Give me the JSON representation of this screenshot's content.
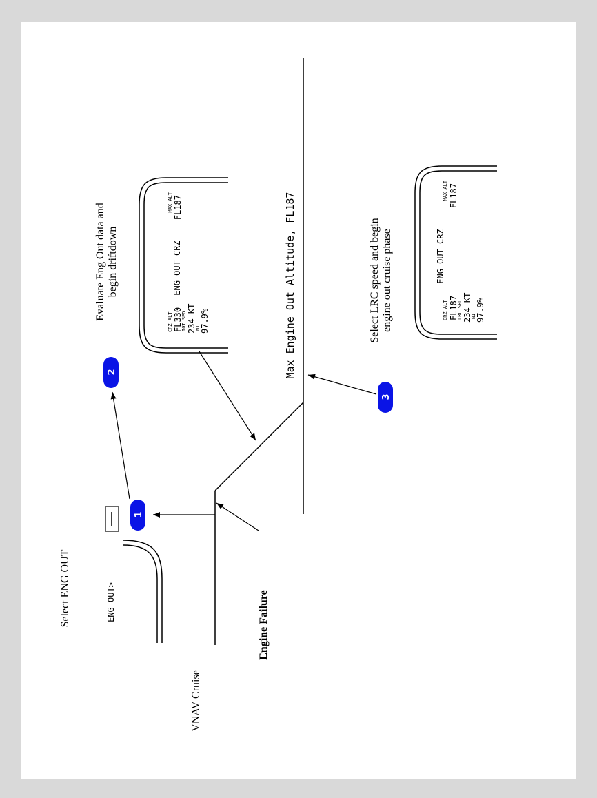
{
  "labels": {
    "select_eng_out": "Select ENG OUT",
    "vnav_cruise": "VNAV Cruise",
    "engine_failure": "Engine Failure",
    "evaluate_line1": "Evaluate Eng Out data and",
    "evaluate_line2": "begin driftdown",
    "max_alt": "Max Engine Out Altitude, FL187",
    "select_lrc_line1": "Select LRC speed and begin",
    "select_lrc_line2": "engine out cruise phase"
  },
  "cdu_left": {
    "prompt": "ENG OUT>"
  },
  "cdu_eval": {
    "title": "ENG OUT CRZ",
    "crz_alt_label": "CRZ ALT",
    "crz_alt_value": "FL330",
    "max_alt_label": "MAX ALT",
    "max_alt_value": "FL187",
    "spd_label": "TGT SPD",
    "spd_value": "234 KT",
    "n1_label": "N1",
    "n1_value": "97.9%"
  },
  "cdu_lrc": {
    "title": "ENG OUT CRZ",
    "crz_alt_label": "CRZ ALT",
    "crz_alt_value": "FL187",
    "max_alt_label": "MAX ALT",
    "max_alt_value": "FL187",
    "spd_label": "LRC SPD",
    "spd_value": "234 KT",
    "n1_label": "N1",
    "n1_value": "97.9%"
  },
  "steps": [
    "1",
    "2",
    "3"
  ],
  "colors": {
    "badge": "#0a14e6",
    "badge_text": "#ffffff",
    "frame": "#d9d9d9"
  }
}
